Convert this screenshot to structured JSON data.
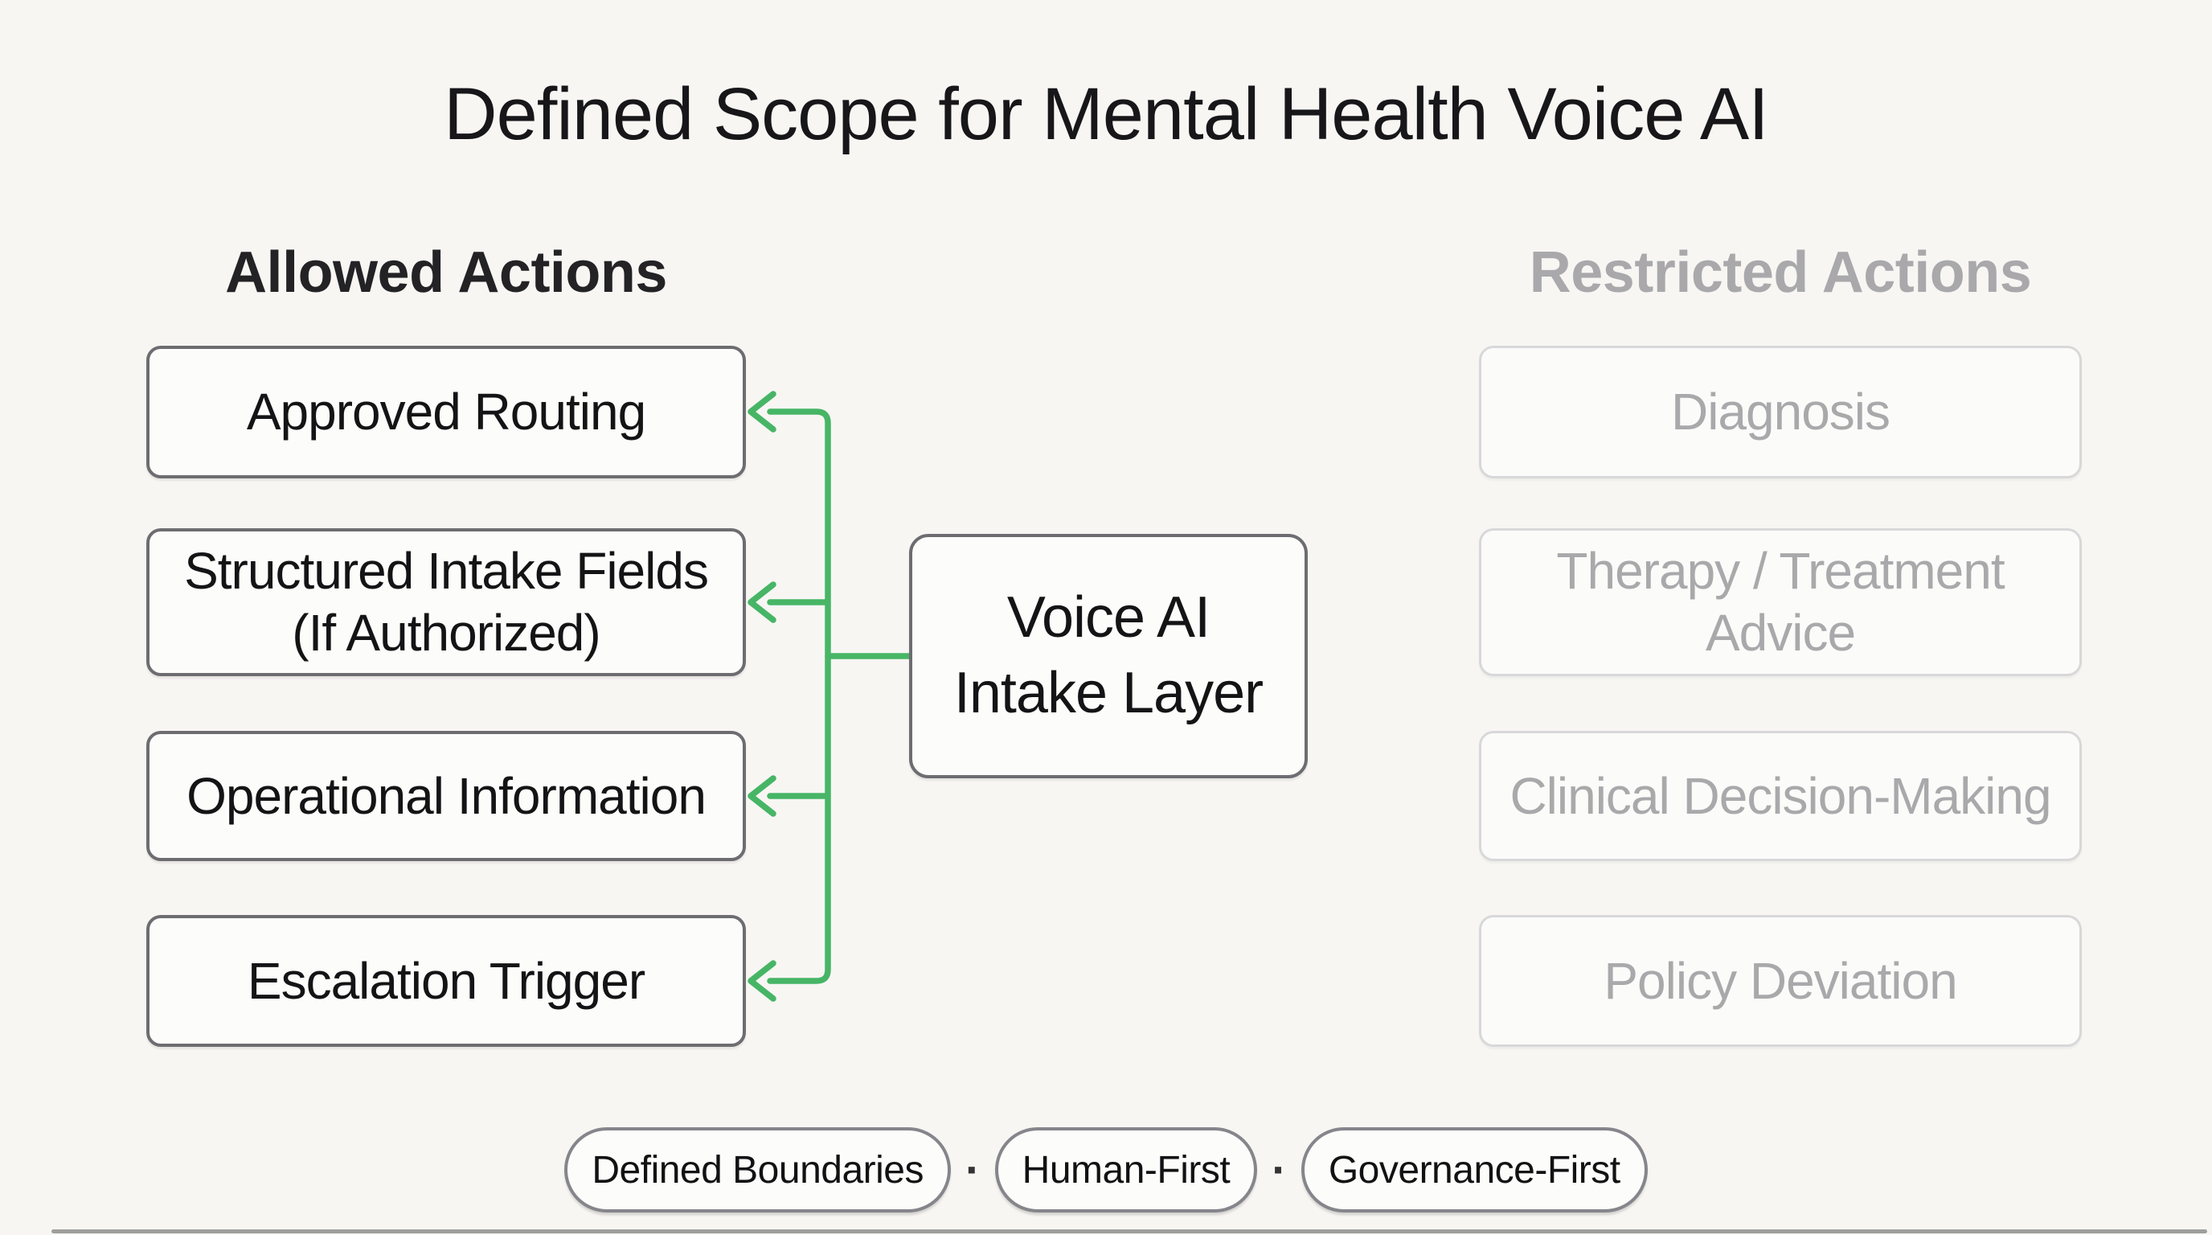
{
  "title": "Defined Scope for Mental Health Voice AI",
  "allowed": {
    "heading": "Allowed Actions",
    "items": [
      {
        "label": "Approved Routing",
        "lines": [
          "Approved Routing"
        ]
      },
      {
        "label": "Structured Intake Fields (If Authorized)",
        "lines": [
          "Structured Intake Fields",
          "(If Authorized)"
        ]
      },
      {
        "label": "Operational Information",
        "lines": [
          "Operational Information"
        ]
      },
      {
        "label": "Escalation Trigger",
        "lines": [
          "Escalation Trigger"
        ]
      }
    ]
  },
  "center": {
    "label": "Voice AI Intake Layer",
    "lines": [
      "Voice AI",
      "Intake Layer"
    ]
  },
  "restricted": {
    "heading": "Restricted Actions",
    "items": [
      {
        "label": "Diagnosis",
        "lines": [
          "Diagnosis"
        ]
      },
      {
        "label": "Therapy / Treatment Advice",
        "lines": [
          "Therapy / Treatment",
          "Advice"
        ]
      },
      {
        "label": "Clinical Decision-Making",
        "lines": [
          "Clinical Decision-Making"
        ]
      },
      {
        "label": "Policy Deviation",
        "lines": [
          "Policy Deviation"
        ]
      }
    ]
  },
  "connector": {
    "from": "Voice AI Intake Layer",
    "targets": [
      "Approved Routing",
      "Structured Intake Fields (If Authorized)",
      "Operational Information",
      "Escalation Trigger"
    ],
    "direction": "center-to-allowed"
  },
  "footer": {
    "pills": [
      "Defined Boundaries",
      "Human-First",
      "Governance-First"
    ],
    "separator": "·"
  },
  "colors": {
    "background": "#f7f6f3",
    "accent_green": "#47b566",
    "allowed_border": "#6d6d71",
    "allowed_text": "#141416",
    "restricted_border": "#d8d8da",
    "restricted_text": "#a9a9ac",
    "heading_muted": "#a9a9ac",
    "title_color": "#17171a",
    "pill_border": "#85858b"
  }
}
